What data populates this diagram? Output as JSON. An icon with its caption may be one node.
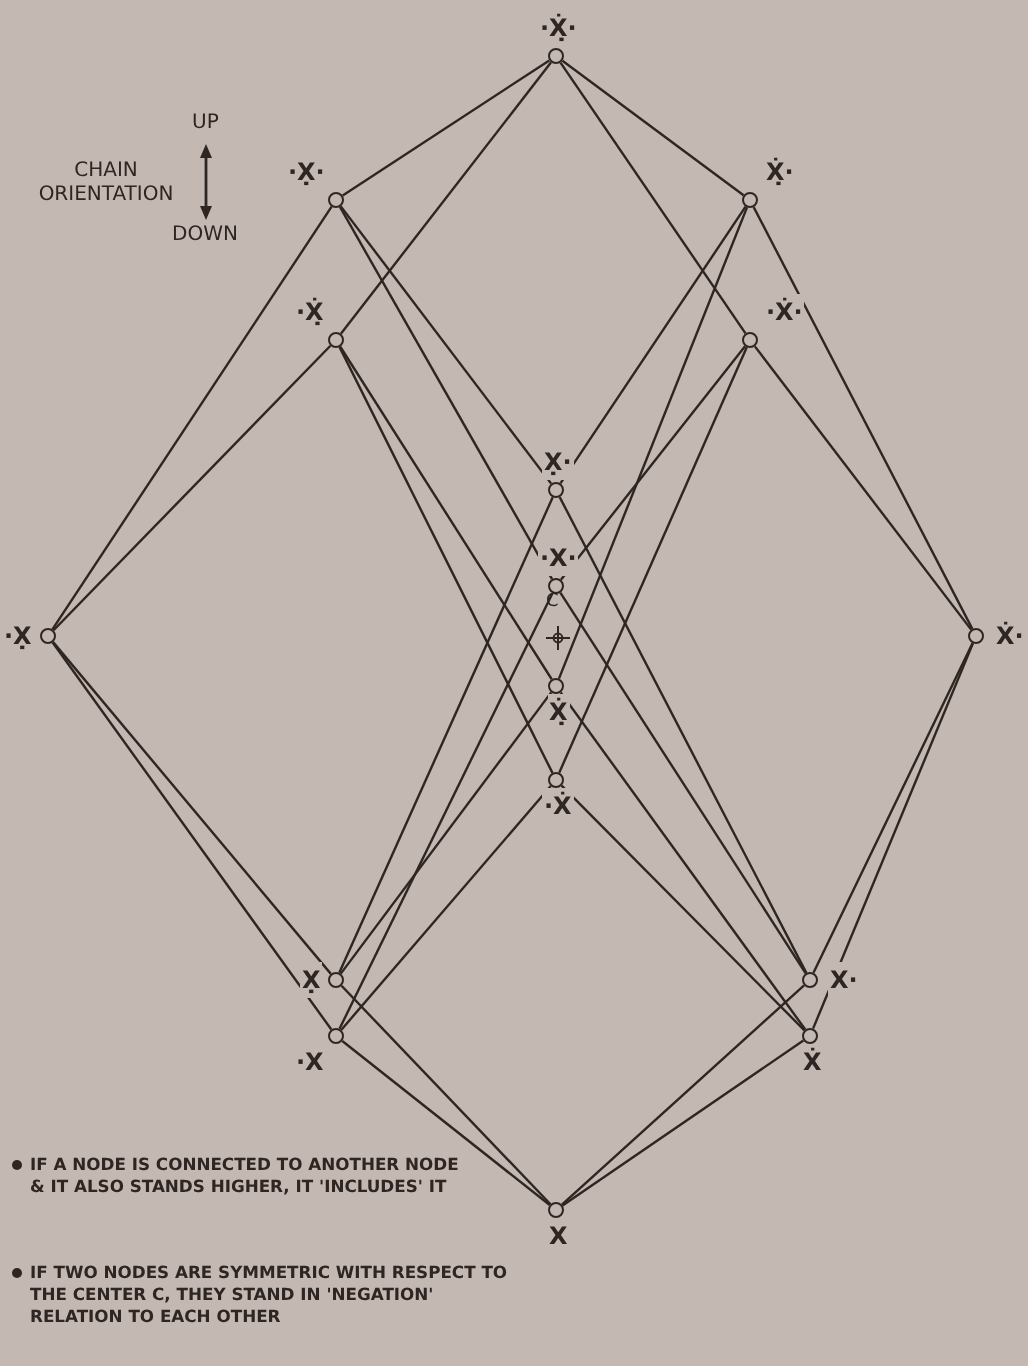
{
  "diagram": {
    "nodes": [
      {
        "text": [
          "·Ẋ̣·"
        ]
      },
      {
        "text": [
          "·X̣·"
        ]
      },
      {
        "text": [
          "·Ẋ̣"
        ]
      },
      {
        "text": [
          "Ẋ̣·"
        ]
      },
      {
        "text": [
          "·Ẋ·"
        ]
      },
      {
        "text": [
          "·X̣"
        ]
      },
      {
        "text": [
          "X̣·"
        ]
      },
      {
        "text": [
          "·X·"
        ]
      },
      {
        "text": [
          "Ẋ̣"
        ]
      },
      {
        "text": [
          "·Ẋ"
        ]
      },
      {
        "text": [
          "Ẋ·"
        ]
      },
      {
        "text": [
          "X̣"
        ]
      },
      {
        "text": [
          "X·"
        ]
      },
      {
        "text": [
          "·X"
        ]
      },
      {
        "text": [
          "Ẋ"
        ]
      },
      {
        "text": [
          "X"
        ]
      }
    ],
    "edges": [
      {
        "from": 0,
        "to": 1,
        "arrow": "none"
      },
      {
        "from": 0,
        "to": 2,
        "arrow": "none"
      },
      {
        "from": 0,
        "to": 3,
        "arrow": "none"
      },
      {
        "from": 0,
        "to": 4,
        "arrow": "none"
      },
      {
        "from": 1,
        "to": 5,
        "arrow": "none"
      },
      {
        "from": 1,
        "to": 6,
        "arrow": "none"
      },
      {
        "from": 1,
        "to": 7,
        "arrow": "none"
      },
      {
        "from": 2,
        "to": 5,
        "arrow": "none"
      },
      {
        "from": 2,
        "to": 8,
        "arrow": "none"
      },
      {
        "from": 2,
        "to": 9,
        "arrow": "none"
      },
      {
        "from": 3,
        "to": 6,
        "arrow": "none"
      },
      {
        "from": 3,
        "to": 8,
        "arrow": "none"
      },
      {
        "from": 3,
        "to": 10,
        "arrow": "none"
      },
      {
        "from": 4,
        "to": 7,
        "arrow": "none"
      },
      {
        "from": 4,
        "to": 9,
        "arrow": "none"
      },
      {
        "from": 4,
        "to": 10,
        "arrow": "none"
      },
      {
        "from": 5,
        "to": 11,
        "arrow": "none"
      },
      {
        "from": 5,
        "to": 13,
        "arrow": "none"
      },
      {
        "from": 6,
        "to": 11,
        "arrow": "none"
      },
      {
        "from": 6,
        "to": 12,
        "arrow": "none"
      },
      {
        "from": 7,
        "to": 12,
        "arrow": "none"
      },
      {
        "from": 7,
        "to": 13,
        "arrow": "none"
      },
      {
        "from": 8,
        "to": 11,
        "arrow": "none"
      },
      {
        "from": 8,
        "to": 14,
        "arrow": "none"
      },
      {
        "from": 9,
        "to": 13,
        "arrow": "none"
      },
      {
        "from": 9,
        "to": 14,
        "arrow": "none"
      },
      {
        "from": 10,
        "to": 12,
        "arrow": "none"
      },
      {
        "from": 10,
        "to": 14,
        "arrow": "none"
      },
      {
        "from": 11,
        "to": 15,
        "arrow": "none"
      },
      {
        "from": 12,
        "to": 15,
        "arrow": "none"
      },
      {
        "from": 13,
        "to": 15,
        "arrow": "none"
      },
      {
        "from": 14,
        "to": 15,
        "arrow": "none"
      }
    ],
    "labels": [
      "UP",
      "CHAIN ORIENTATION",
      "DOWN",
      "C",
      "IF A NODE IS CONNECTED TO ANOTHER NODE & IT ALSO STANDS HIGHER, IT 'INCLUDES' IT",
      "IF TWO NODES ARE SYMMETRIC WITH RESPECT TO THE CENTER C, THEY STAND IN 'NEGATION' RELATION TO EACH OTHER"
    ]
  }
}
